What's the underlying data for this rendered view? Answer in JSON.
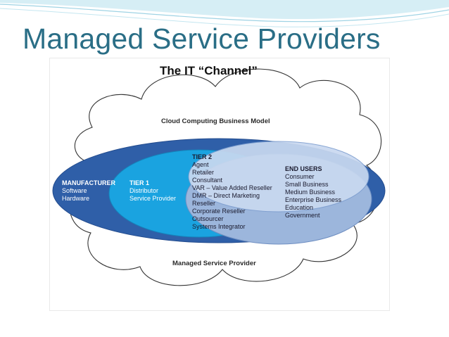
{
  "slide": {
    "title": "Managed Service Providers"
  },
  "diagram": {
    "heading": "The IT “Channel”",
    "cloud_caption_top": "Cloud Computing Business Model",
    "cloud_caption_bottom": "Managed Service Provider",
    "groups": {
      "manufacturer": {
        "title": "MANUFACTURER",
        "items": [
          "Software",
          "Hardware"
        ]
      },
      "tier1": {
        "title": "TIER 1",
        "items": [
          "Distributor",
          "Service Provider"
        ]
      },
      "tier2": {
        "title": "TIER 2",
        "items": [
          "Agent",
          "Retailer",
          "Consultant",
          "VAR – Value Added Reseller",
          "DMR – Direct Marketing",
          "Reseller",
          "Corporate Reseller",
          "Outsourcer",
          "Systems Integrator"
        ]
      },
      "end_users": {
        "title": "END USERS",
        "items": [
          "Consumer",
          "Small Business",
          "Medium Business",
          "Enterprise Business",
          "Education",
          "Government"
        ]
      }
    },
    "colors": {
      "outer_ellipse": "#2f5fa8",
      "tier1_ellipse": "#1aa3e0",
      "tier2_ellipse": "#9cb6dc",
      "end_users_ellipse": "#c9d9f0",
      "title_text": "#2a6e86"
    }
  }
}
